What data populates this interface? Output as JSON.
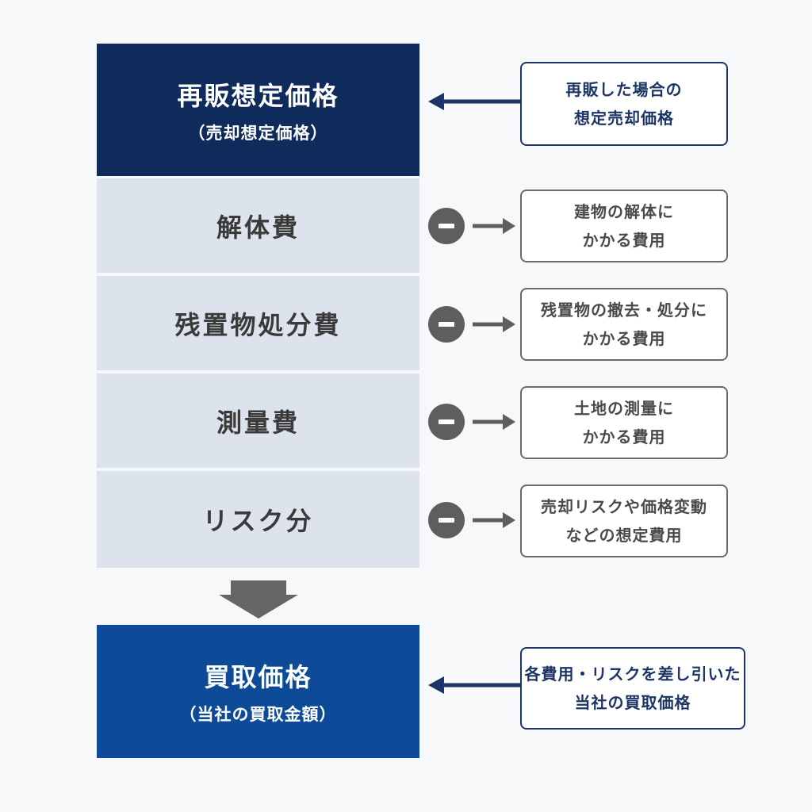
{
  "top": {
    "title": "再販想定価格",
    "subtitle": "（売却想定価格）"
  },
  "costs": [
    {
      "label": "解体費",
      "note_line1": "建物の解体に",
      "note_line2": "かかる費用",
      "icon": "minus-icon"
    },
    {
      "label": "残置物処分費",
      "note_line1": "残置物の撤去・処分に",
      "note_line2": "かかる費用",
      "icon": "minus-icon"
    },
    {
      "label": "測量費",
      "note_line1": "土地の測量に",
      "note_line2": "かかる費用",
      "icon": "minus-icon"
    },
    {
      "label": "リスク分",
      "note_line1": "売却リスクや価格変動",
      "note_line2": "などの想定費用",
      "icon": "minus-icon"
    }
  ],
  "top_note": {
    "line1": "再販した場合の",
    "line2": "想定売却価格"
  },
  "bottom": {
    "title": "買取価格",
    "subtitle": "（当社の買取金額）"
  },
  "bottom_note": {
    "line1": "各費用・リスクを差し引いた",
    "line2": "当社の買取価格"
  },
  "colors": {
    "navy_dark": "#0f2b5b",
    "navy_bright": "#0d4a97",
    "light_row": "#dde3ec",
    "minus_gray": "#5e5e5e"
  }
}
